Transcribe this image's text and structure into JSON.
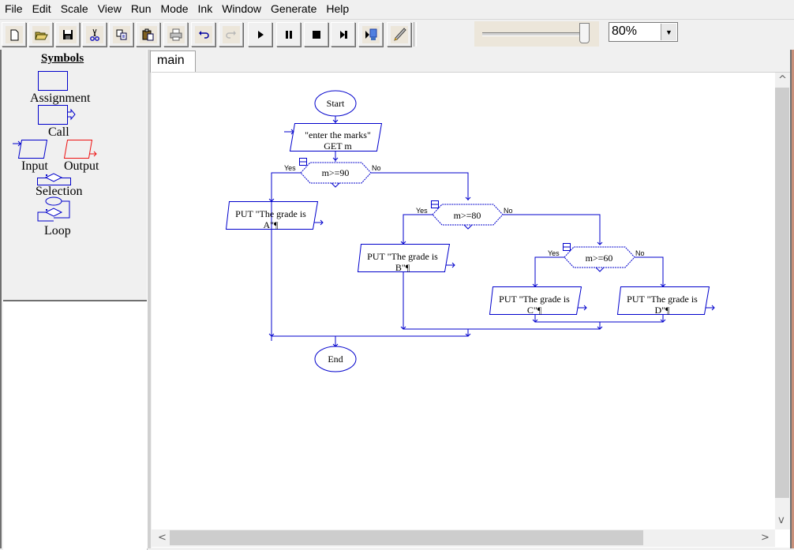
{
  "menu": [
    "File",
    "Edit",
    "Scale",
    "View",
    "Run",
    "Mode",
    "Ink",
    "Window",
    "Generate",
    "Help"
  ],
  "toolbar": {
    "buttons": [
      {
        "name": "new-icon",
        "glyph": "🗋"
      },
      {
        "name": "open-icon",
        "glyph": "📂"
      },
      {
        "name": "save-icon",
        "glyph": "💾"
      },
      {
        "name": "cut-icon",
        "glyph": "✂"
      },
      {
        "name": "copy-icon",
        "glyph": "⧉"
      },
      {
        "name": "paste-icon",
        "glyph": "📋"
      },
      {
        "name": "print-icon",
        "glyph": "🖶"
      },
      {
        "name": "undo-icon",
        "glyph": "↶"
      },
      {
        "name": "redo-icon",
        "glyph": "↷"
      },
      {
        "name": "run-icon",
        "glyph": "▶"
      },
      {
        "name": "pause-icon",
        "glyph": "❚❚"
      },
      {
        "name": "stop-icon",
        "glyph": "■"
      },
      {
        "name": "step-icon",
        "glyph": "▶❚"
      },
      {
        "name": "step-into-icon",
        "glyph": "▶"
      },
      {
        "name": "ink-pen-icon",
        "glyph": "✎"
      }
    ],
    "speed_slider_value": 0.95,
    "zoom_value": "80%"
  },
  "symbols_panel": {
    "title": "Symbols",
    "items": [
      "Assignment",
      "Call",
      "Input",
      "Output",
      "Selection",
      "Loop"
    ]
  },
  "tabs": [
    "main"
  ],
  "flowchart": {
    "start": "Start",
    "end": "End",
    "input_prompt": "\"enter the marks\"",
    "input_stmt": "GET m",
    "decisions": [
      "m>=90",
      "m>=80",
      "m>=60"
    ],
    "yes_label": "Yes",
    "no_label": "No",
    "outputs": [
      {
        "line1": "PUT \"The grade is",
        "line2": "A\"¶"
      },
      {
        "line1": "PUT \"The grade is",
        "line2": "B\"¶"
      },
      {
        "line1": "PUT \"The grade is",
        "line2": "C\"¶"
      },
      {
        "line1": "PUT \"The grade is",
        "line2": "D\"¶"
      }
    ],
    "colors": {
      "shape": "#0000cc",
      "output_symbol": "#ee1111"
    }
  },
  "scrollbars": {
    "up": "^",
    "down": "v",
    "left": "<",
    "right": ">"
  }
}
